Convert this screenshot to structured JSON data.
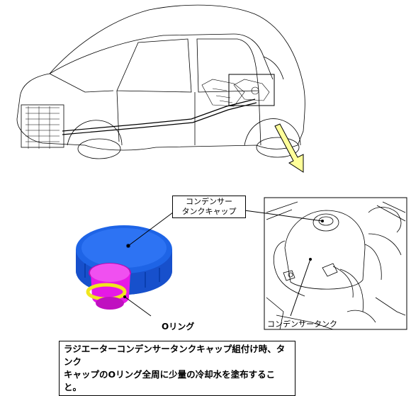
{
  "labels": {
    "cap_callout_line1": "コンデンサー",
    "cap_callout_line2": "タンクキャップ",
    "o_ring": "Oリング",
    "tank": "コンデンサータンク"
  },
  "note": {
    "line1": "ラジエーターコンデンサータンクキャップ組付け時、タンク",
    "line2": "キャップのOリング全周に少量の冷却水を塗布すること。"
  },
  "colors": {
    "cap_blue": "#1e64e6",
    "cap_magenta": "#e619e6",
    "o_ring_yellow": "#f0e61e",
    "arrow_yellow": "#ffff99",
    "line": "#000000"
  }
}
